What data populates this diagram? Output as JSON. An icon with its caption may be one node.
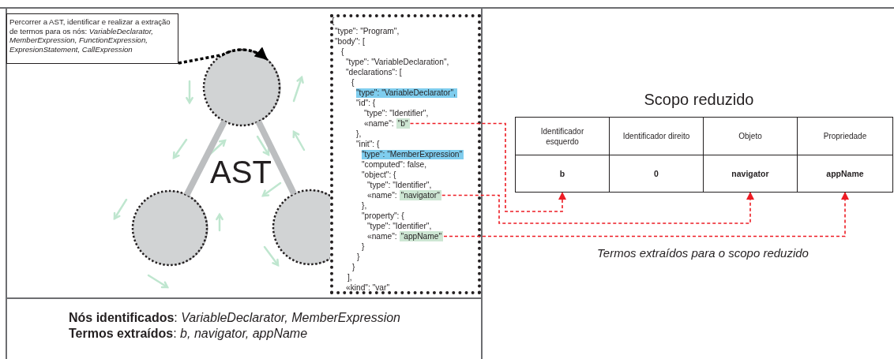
{
  "diagram": {
    "nodes": [
      {
        "text": [
          "Percorrer a AST, identificar e realizar a extração de termos para os nós: *VariableDeclarator, MemberExpression, FunctionExpression, ExpresionStatement, CallExpression*"
        ]
      },
      {
        "text": [],
        "shape": "circle"
      },
      {
        "text": [],
        "shape": "circle"
      },
      {
        "text": [],
        "shape": "circle"
      },
      {
        "text": [],
        "shape": "box"
      },
      {
        "text": [
          "\"b\""
        ],
        "in": 4
      },
      {
        "text": [
          "\"navigator\""
        ],
        "in": 4
      },
      {
        "text": [
          "\"appName\""
        ],
        "in": 4
      },
      {
        "text": [
          "Identificador esquerdo"
        ]
      },
      {
        "text": [
          "Identificador direito"
        ]
      },
      {
        "text": [
          "Objeto"
        ]
      },
      {
        "text": [
          "Propriedade"
        ]
      },
      {
        "text": [
          "b"
        ]
      },
      {
        "text": [
          "0"
        ]
      },
      {
        "text": [
          "navigator"
        ]
      },
      {
        "text": [
          "appName"
        ]
      }
    ],
    "edges": [
      {
        "from": 0,
        "to": 1,
        "arrow": "to",
        "style": "dashed",
        "color": "#000000"
      },
      {
        "from": 1,
        "to": 2,
        "arrow": "none",
        "style": "thick",
        "color": "#bcbec0"
      },
      {
        "from": 1,
        "to": 3,
        "arrow": "none",
        "style": "thick",
        "color": "#bcbec0"
      },
      {
        "from": 5,
        "to": 12,
        "arrow": "to",
        "style": "dashed"
      },
      {
        "from": 6,
        "to": 14,
        "arrow": "to",
        "style": "dashed"
      },
      {
        "from": 7,
        "to": 15,
        "arrow": "to",
        "style": "dashed"
      }
    ],
    "labels": [
      "AST",
      "{",
      "\"type\": \"Program\",",
      "\"body\": [",
      "{",
      "\"type\": \"VariableDeclaration\",",
      "\"declarations\": [",
      "{",
      "\"type\": \"VariableDeclarator\",",
      "\"id\": {",
      "\"type\": \"Identifier\",",
      "«name\":",
      "},",
      "\"init\": {",
      "\"type\": \"MemberExpression\"",
      "\"computed\": false,",
      "\"object\": {",
      "\"type\": \"Identifier\",",
      "«name\":",
      "},",
      "\"property\": {",
      "\"type\": \"Identifier\",",
      "«name\":",
      "}",
      "}",
      "}",
      "],",
      "«kind\": \"var\"",
      "Scopo reduzido",
      "Termos extraídos para o scopo reduzido",
      "**Nós identificados**: *VariableDeclarator, MemberExpression*",
      "**Termos extraídos**: *b, navigator, appName*"
    ]
  }
}
